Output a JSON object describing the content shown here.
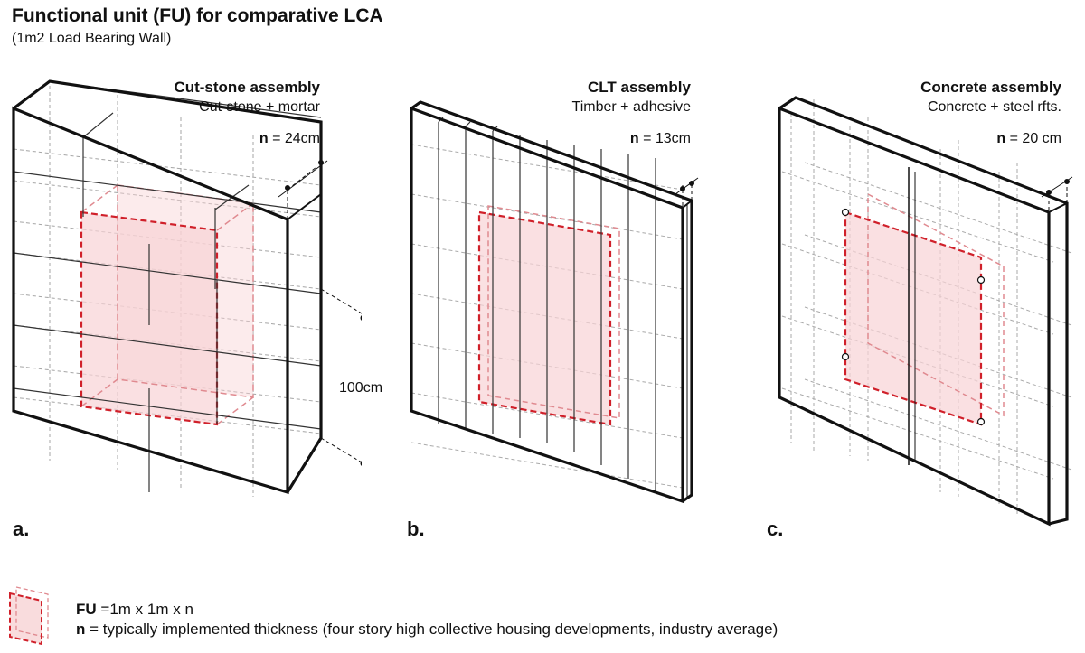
{
  "header": {
    "title": "Functional unit (FU) for comparative LCA",
    "subtitle": "(1m2 Load Bearing Wall)"
  },
  "panels": [
    {
      "id": "a",
      "label": "a.",
      "title": "Cut-stone assembly",
      "materials": "Cut-stone + mortar",
      "n_symbol": "n",
      "n_value": "= 24cm",
      "dimension_label": "100cm"
    },
    {
      "id": "b",
      "label": "b.",
      "title": "CLT assembly",
      "materials": "Timber + adhesive",
      "n_symbol": "n",
      "n_value": "= 13cm"
    },
    {
      "id": "c",
      "label": "c.",
      "title": "Concrete assembly",
      "materials": "Concrete + steel rfts.",
      "n_symbol": "n",
      "n_value": "= 20 cm"
    }
  ],
  "legend": {
    "fu_symbol": "FU",
    "fu_text": "=1m x 1m x n",
    "n_symbol": "n",
    "n_text": "= typically implemented thickness (four story high collective housing developments, industry average)"
  },
  "colors": {
    "outline": "#111111",
    "hidden_lines": "#9a9a9a",
    "fu_dash": "#d0202a",
    "fu_fill": "#f8d3d5"
  }
}
